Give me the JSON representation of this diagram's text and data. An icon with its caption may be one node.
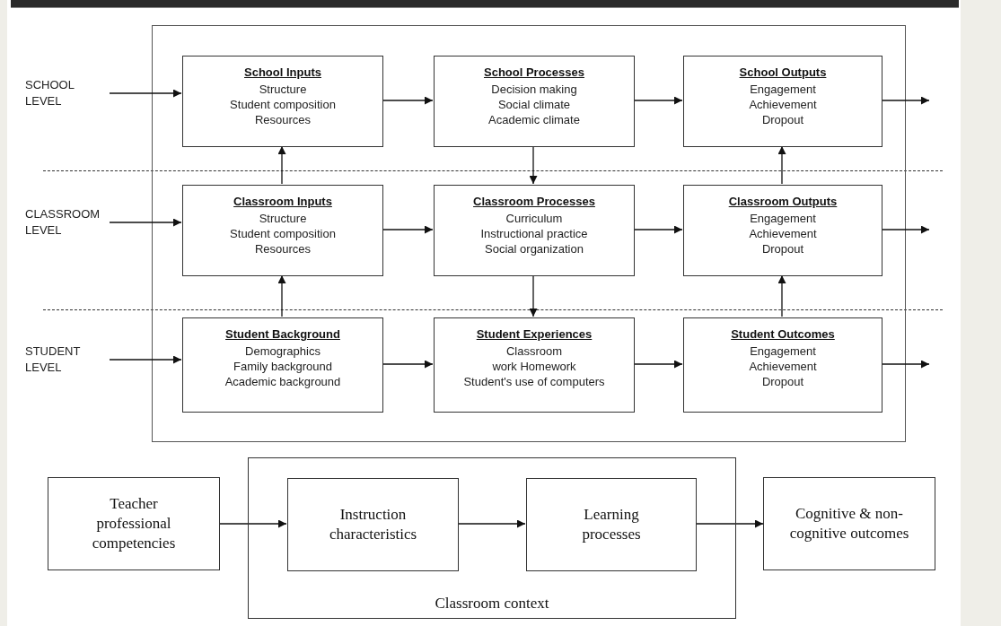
{
  "diagram": {
    "nodes": [
      {
        "text": [],
        "shape": "box"
      },
      {
        "text": [
          "School Inputs",
          "Structure",
          "Student composition",
          "Resources"
        ],
        "in": 0
      },
      {
        "text": [
          "School Processes",
          "Decision making",
          "Social climate",
          "Academic climate"
        ],
        "in": 0
      },
      {
        "text": [
          "School Outputs",
          "Engagement",
          "Achievement",
          "Dropout"
        ],
        "in": 0
      },
      {
        "text": [
          "Classroom Inputs",
          "Structure",
          "Student composition",
          "Resources"
        ],
        "in": 0
      },
      {
        "text": [
          "Classroom Processes",
          "Curriculum",
          "Instructional practice",
          "Social organization"
        ],
        "in": 0
      },
      {
        "text": [
          "Classroom Outputs",
          "Engagement",
          "Achievement",
          "Dropout"
        ],
        "in": 0
      },
      {
        "text": [
          "Student Background",
          "Demographics",
          "Family background",
          "Academic background"
        ],
        "in": 0
      },
      {
        "text": [
          "Student Experiences",
          "Classroom",
          "work Homework",
          "Student's use of computers"
        ],
        "in": 0
      },
      {
        "text": [
          "Student Outcomes",
          "Engagement",
          "Achievement",
          "Dropout"
        ],
        "in": 0
      },
      {
        "text": [
          "SCHOOL LEVEL"
        ]
      },
      {
        "text": [
          "CLASSROOM LEVEL"
        ]
      },
      {
        "text": [
          "STUDENT LEVEL"
        ]
      },
      {
        "text": [
          "Teacher professional competencies"
        ]
      },
      {
        "text": [
          "Classroom context"
        ]
      },
      {
        "text": [
          "Instruction characteristics"
        ],
        "in": 14
      },
      {
        "text": [
          "Learning processes"
        ],
        "in": 14
      },
      {
        "text": [
          "Cognitive & non-cognitive outcomes"
        ]
      }
    ],
    "edges": [
      {
        "from": 10,
        "to": 1,
        "arrow": "to"
      },
      {
        "from": 1,
        "to": 2,
        "arrow": "to"
      },
      {
        "from": 2,
        "to": 3,
        "arrow": "to"
      },
      {
        "from": 3,
        "to": null,
        "arrow": "to"
      },
      {
        "from": 11,
        "to": 4,
        "arrow": "to"
      },
      {
        "from": 4,
        "to": 5,
        "arrow": "to"
      },
      {
        "from": 5,
        "to": 6,
        "arrow": "to"
      },
      {
        "from": 6,
        "to": null,
        "arrow": "to"
      },
      {
        "from": 12,
        "to": 7,
        "arrow": "to"
      },
      {
        "from": 7,
        "to": 8,
        "arrow": "to"
      },
      {
        "from": 8,
        "to": 9,
        "arrow": "to"
      },
      {
        "from": 9,
        "to": null,
        "arrow": "to"
      },
      {
        "from": 4,
        "to": 1,
        "arrow": "to"
      },
      {
        "from": 2,
        "to": 5,
        "arrow": "to"
      },
      {
        "from": 6,
        "to": 3,
        "arrow": "to"
      },
      {
        "from": 7,
        "to": 4,
        "arrow": "to"
      },
      {
        "from": 5,
        "to": 8,
        "arrow": "to"
      },
      {
        "from": 9,
        "to": 6,
        "arrow": "to"
      },
      {
        "from": 13,
        "to": 15,
        "arrow": "to"
      },
      {
        "from": 15,
        "to": 16,
        "arrow": "to"
      },
      {
        "from": 16,
        "to": 17,
        "arrow": "to"
      }
    ]
  }
}
